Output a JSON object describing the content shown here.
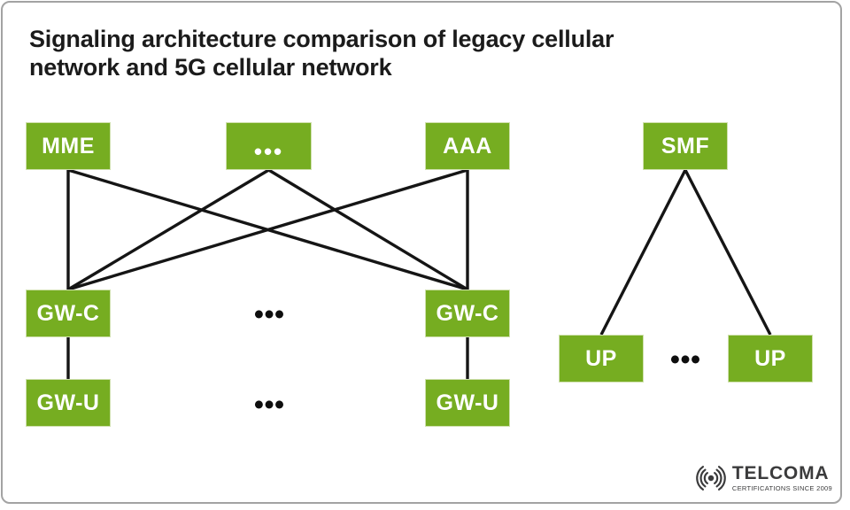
{
  "title": "Signaling architecture comparison of legacy cellular\nnetwork and 5G cellular network",
  "diagram": {
    "nodes": {
      "mme": {
        "label": "MME"
      },
      "legacy_more": {
        "label": "•••"
      },
      "aaa": {
        "label": "AAA"
      },
      "smf": {
        "label": "SMF"
      },
      "gwc_left": {
        "label": "GW-C"
      },
      "gwc_right": {
        "label": "GW-C"
      },
      "gwu_left": {
        "label": "GW-U"
      },
      "gwu_right": {
        "label": "GW-U"
      },
      "up_left": {
        "label": "UP"
      },
      "up_right": {
        "label": "UP"
      }
    },
    "edges": [
      {
        "from": "mme",
        "to": "gwc_left"
      },
      {
        "from": "mme",
        "to": "gwc_right"
      },
      {
        "from": "legacy_more",
        "to": "gwc_left"
      },
      {
        "from": "legacy_more",
        "to": "gwc_right"
      },
      {
        "from": "aaa",
        "to": "gwc_left"
      },
      {
        "from": "aaa",
        "to": "gwc_right"
      },
      {
        "from": "gwc_left",
        "to": "gwu_left"
      },
      {
        "from": "gwc_right",
        "to": "gwu_right"
      },
      {
        "from": "smf",
        "to": "up_left"
      },
      {
        "from": "smf",
        "to": "up_right"
      }
    ],
    "separators": {
      "between_gwc": "•••",
      "between_gwu": "•••",
      "between_up": "•••"
    }
  },
  "colors": {
    "node_green": "#76ad21",
    "edge_line": "#151515",
    "logo_gray": "#3b3b3c"
  },
  "logo": {
    "brand": "TELCOMA",
    "tagline": "CERTIFICATIONS SINCE 2009"
  }
}
